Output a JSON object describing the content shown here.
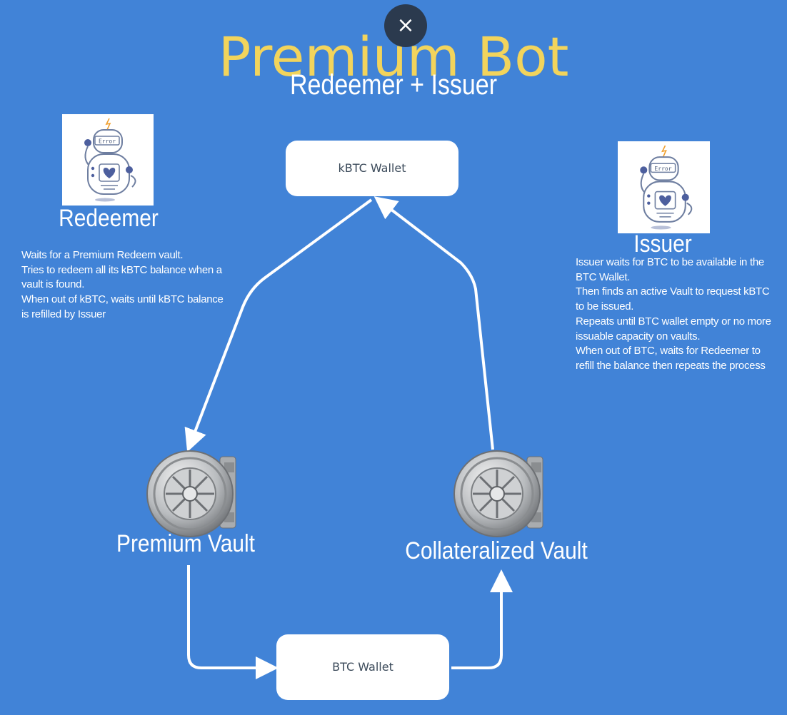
{
  "header": {
    "close_icon": "×",
    "title": "Premium Bot",
    "subtitle": "Redeemer + Issuer"
  },
  "colors": {
    "background": "#4183d7",
    "title": "#f2d45c",
    "close_button": "#2b3a4e",
    "text": "#ffffff",
    "wallet_fill": "#ffffff",
    "wallet_text": "#3b4a5a"
  },
  "redeemer": {
    "label": "Redeemer",
    "robot_badge": "Error",
    "description": [
      "Waits for a Premium Redeem vault.",
      "Tries to redeem all its kBTC balance when a",
      "vault is found.",
      "When out of kBTC, waits until kBTC balance",
      "is refilled by Issuer"
    ]
  },
  "issuer": {
    "label": "Issuer",
    "robot_badge": "Error",
    "description": [
      "Issuer waits for BTC to be available in the",
      "BTC Wallet.",
      "Then finds an active Vault  to request kBTC",
      "to be issued.",
      "Repeats until BTC wallet empty or no more",
      "issuable capacity on vaults.",
      "When out of BTC, waits for Redeemer to",
      "refill the balance then repeats the process"
    ]
  },
  "wallets": {
    "kbtc": "kBTC Wallet",
    "btc": "BTC Wallet"
  },
  "vaults": {
    "premium": "Premium Vault",
    "collateralized": "Collateralized Vault"
  },
  "icons": {
    "close": "close-icon",
    "robot": "robot-icon",
    "vault": "vault-door-icon"
  }
}
